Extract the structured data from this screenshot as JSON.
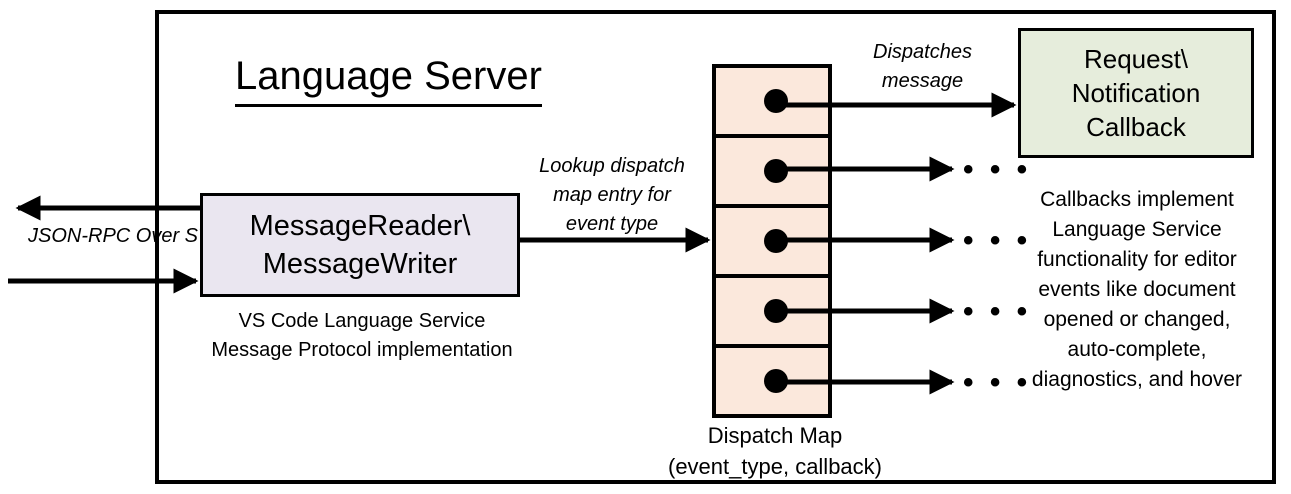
{
  "diagram": {
    "title": "Language Server",
    "outer_border_color": "#000000"
  },
  "io": {
    "label": "JSON-RPC\nOver STDIO",
    "outgoing_arrow": "arrow-left-out",
    "incoming_arrow": "arrow-right-in"
  },
  "message_component": {
    "label": "MessageReader\\\nMessageWriter",
    "caption": "VS Code Language Service\nMessage Protocol implementation",
    "fill": "#EAE6F0"
  },
  "lookup": {
    "label": "Lookup dispatch\nmap entry for\nevent type"
  },
  "dispatch_map": {
    "caption": "Dispatch Map\n(event_type, callback)",
    "fill": "#FBE8DC",
    "rows": [
      {
        "index": 1,
        "target": "callback-box",
        "ellipsis": ""
      },
      {
        "index": 2,
        "target": "ellipsis",
        "ellipsis": "• • •"
      },
      {
        "index": 3,
        "target": "ellipsis",
        "ellipsis": "• • •"
      },
      {
        "index": 4,
        "target": "ellipsis",
        "ellipsis": "• • •"
      },
      {
        "index": 5,
        "target": "ellipsis",
        "ellipsis": "• • •"
      }
    ]
  },
  "dispatches": {
    "label": "Dispatches\nmessage"
  },
  "callback": {
    "label": "Request\\\nNotification\nCallback",
    "fill": "#E6EDDC",
    "caption": "Callbacks implement\nLanguage Service\nfunctionality for editor\nevents like document\nopened or changed,\nauto-complete,\ndiagnostics, and hover"
  }
}
